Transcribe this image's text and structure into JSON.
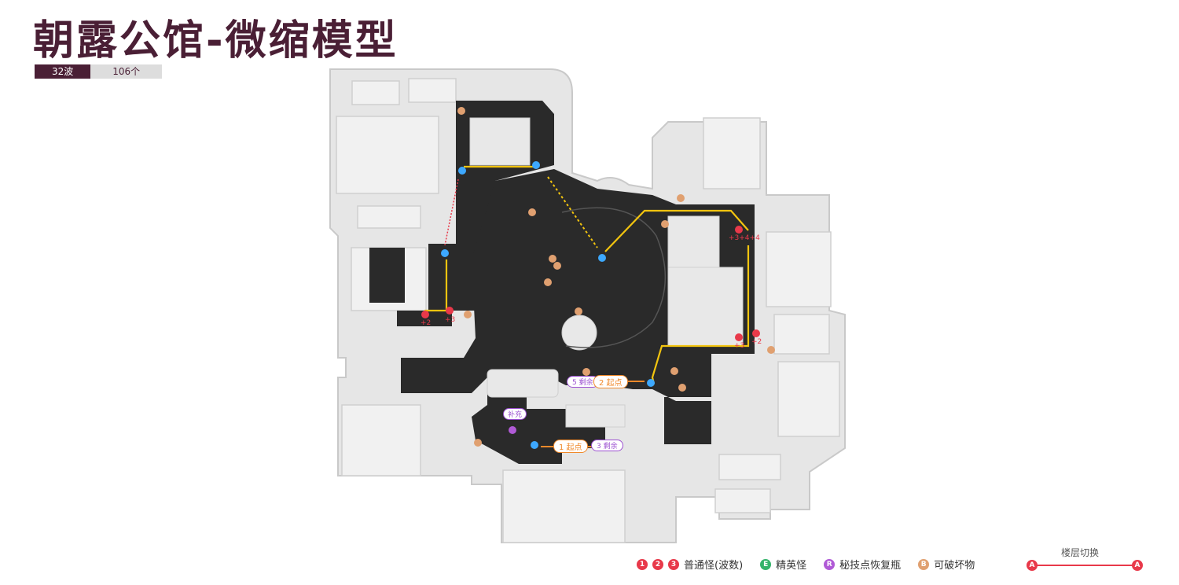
{
  "title": "朝露公馆-微缩模型",
  "badges": {
    "waves": "32波",
    "count": "106个"
  },
  "colors": {
    "title": "#4a1f35",
    "dark_floor": "#2a2a2a",
    "route": "#f2c40f",
    "normal_enemy": "#e8394a",
    "elite_enemy": "#34b36a",
    "technique_point": "#b05ad6",
    "breakable": "#e0a070",
    "start_tag": "#f0892a",
    "remaining_tag": "#9b4fd0",
    "floor_switch": "#e8394a"
  },
  "map_labels": {
    "start1": "1 起点",
    "remain1": "3 剩余",
    "start2": "2 起点",
    "remain2": "5 剩余",
    "supply": "补充"
  },
  "enemy_labels": {
    "a": "+2",
    "b": "+3",
    "c": "+3+4+4",
    "d": "+3",
    "e": "+2"
  },
  "legend": {
    "normal_numbers": [
      "1",
      "2",
      "3"
    ],
    "normal_label": "普通怪(波数)",
    "elite_letter": "E",
    "elite_label": "精英怪",
    "tech_letter": "R",
    "tech_label": "秘技点恢复瓶",
    "breakable_letter": "B",
    "breakable_label": "可破坏物",
    "switch_title": "楼层切换",
    "switch_letter": "A"
  }
}
